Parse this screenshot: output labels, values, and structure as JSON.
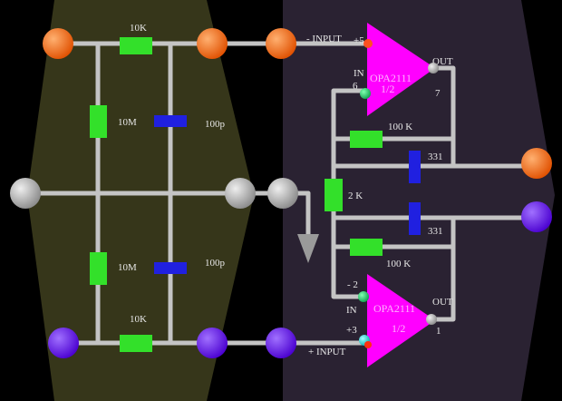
{
  "colors": {
    "orange": "#ff6a10",
    "purple": "#6a10ff",
    "gray": "#c0c0c0",
    "resistor": "#33e02a",
    "capacitor": "#2020e0",
    "opamp": "#ff00ff"
  },
  "left_block": {
    "r_top": "10K",
    "r_bottom": "10K",
    "r_v1": "10M",
    "r_v2": "10M",
    "c_v1": "100p",
    "c_v2": "100p"
  },
  "top_amp": {
    "name": "OPA2111",
    "part": "1/2",
    "neg_input_label": "- INPUT",
    "pin_pos": "+5",
    "in_label": "IN",
    "pin_neg": "6",
    "out_label": "OUT",
    "out_pin": "7"
  },
  "bottom_amp": {
    "name": "OPA2111",
    "part": "1/2",
    "pos_input_label": "+ INPUT",
    "pin_neg": "- 2",
    "in_label": "IN",
    "pin_pos": "+3",
    "out_label": "OUT",
    "out_pin": "1"
  },
  "feedback": {
    "r_top": "100 K",
    "r_bottom": "100 K",
    "r_gain": "2 K",
    "c_top": "331",
    "c_bottom": "331"
  }
}
